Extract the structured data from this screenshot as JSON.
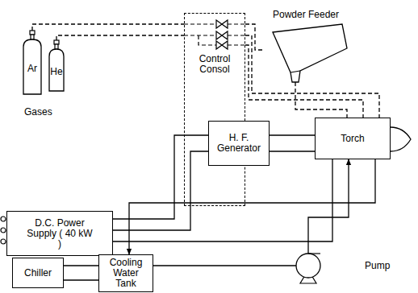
{
  "diagram": {
    "nodes": [
      {
        "text": [
          "Ar"
        ]
      },
      {
        "text": [
          "He"
        ]
      },
      {
        "text": [
          "Control Consol"
        ]
      },
      {
        "text": [
          "Powder Feeder"
        ]
      },
      {
        "text": [
          "Torch"
        ]
      },
      {
        "text": [
          "H. F. Generator"
        ]
      },
      {
        "text": [
          "D.C. Power Supply ( 40 kW )"
        ]
      },
      {
        "text": [
          "Chiller"
        ]
      },
      {
        "text": [
          "Cooling Water Tank"
        ]
      },
      {
        "text": [
          "Pump"
        ]
      }
    ],
    "edges": [
      {
        "from": 0,
        "to": 2,
        "arrow": "none"
      },
      {
        "from": 1,
        "to": 2,
        "arrow": "none"
      },
      {
        "from": 2,
        "to": 3,
        "arrow": "none"
      },
      {
        "from": 2,
        "to": 4,
        "arrow": "none"
      },
      {
        "from": 2,
        "to": 4,
        "arrow": "none"
      },
      {
        "from": 3,
        "to": 4,
        "arrow": "none"
      },
      {
        "from": 6,
        "to": 5,
        "arrow": "none"
      },
      {
        "from": 6,
        "to": 5,
        "arrow": "none"
      },
      {
        "from": 5,
        "to": 4,
        "arrow": "none"
      },
      {
        "from": 5,
        "to": 4,
        "arrow": "none"
      },
      {
        "from": 6,
        "to": 4,
        "arrow": "none"
      },
      {
        "from": 7,
        "to": 8,
        "arrow": "none"
      },
      {
        "from": 7,
        "to": 8,
        "arrow": "none"
      },
      {
        "from": 8,
        "to": 9,
        "arrow": "none"
      },
      {
        "from": 9,
        "to": 4,
        "arrow": "to"
      },
      {
        "from": 4,
        "to": 8,
        "arrow": "to"
      }
    ],
    "labels": [
      "Gases"
    ]
  }
}
